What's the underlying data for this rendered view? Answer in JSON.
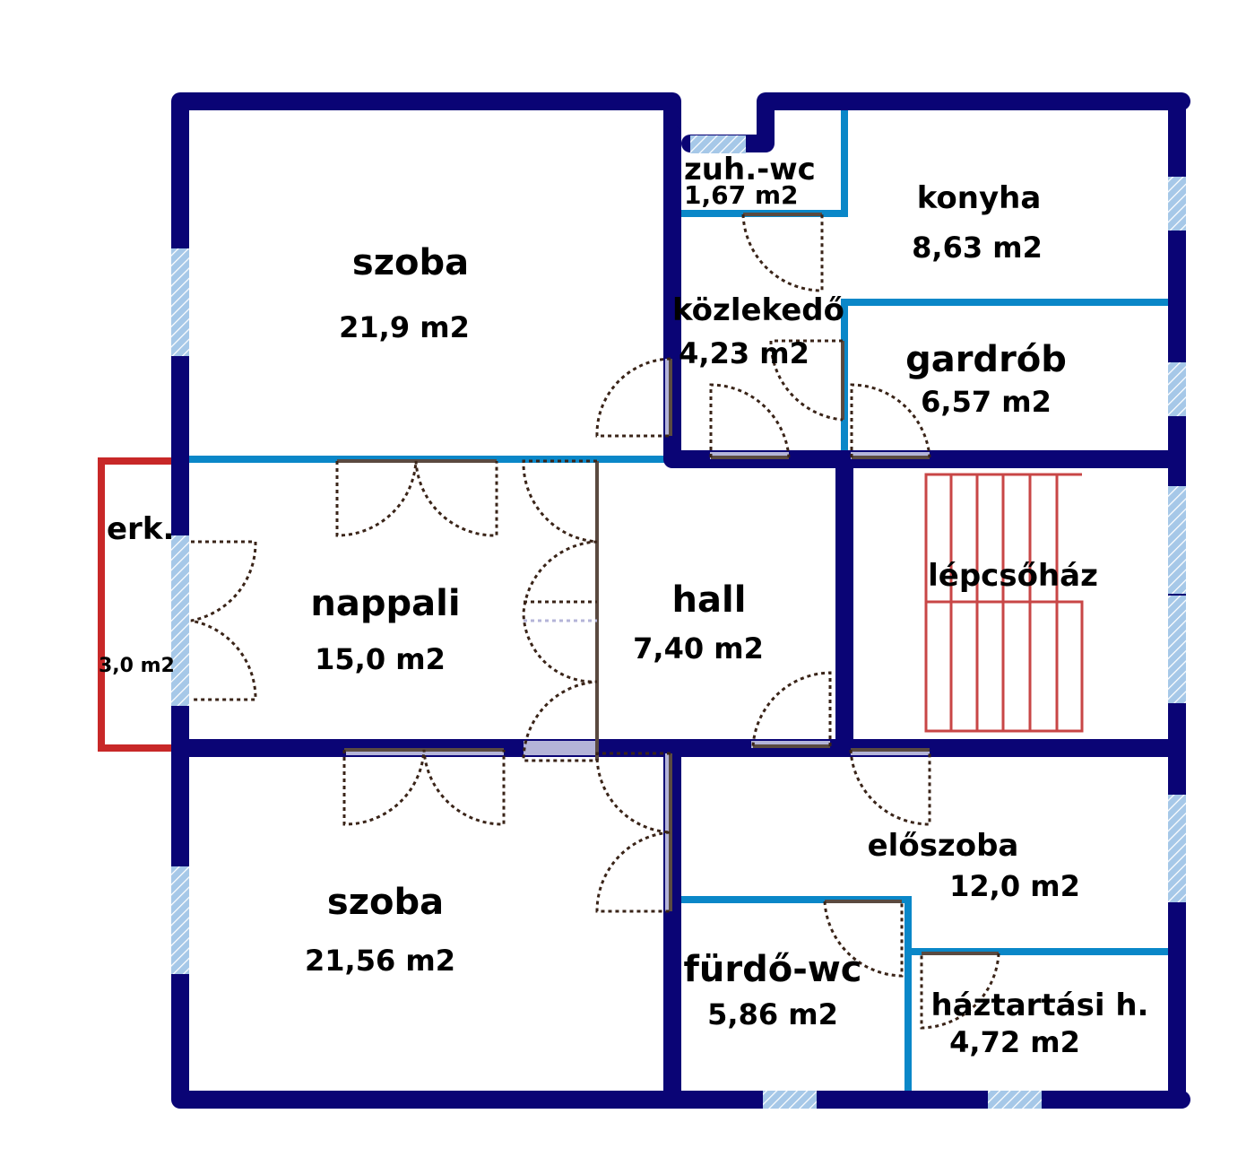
{
  "rooms": {
    "szoba_top": {
      "name": "szoba",
      "area": "21,9 m2"
    },
    "zuh_wc": {
      "name": "zuh.-wc",
      "area": "1,67 m2"
    },
    "konyha": {
      "name": "konyha",
      "area": "8,63 m2"
    },
    "kozlekedo": {
      "name": "közlekedő",
      "area": "4,23 m2"
    },
    "gardrob": {
      "name": "gardrób",
      "area": "6,57 m2"
    },
    "erkely": {
      "name": "erk.",
      "area": "3,0 m2"
    },
    "nappali": {
      "name": "nappali",
      "area": "15,0 m2"
    },
    "hall": {
      "name": "hall",
      "area": "7,40 m2"
    },
    "lepcsohaz": {
      "name": "lépcsőház",
      "area": ""
    },
    "eloszoba": {
      "name": "előszoba",
      "area": "12,0 m2"
    },
    "szoba_bottom": {
      "name": "szoba",
      "area": "21,56 m2"
    },
    "furdo_wc": {
      "name": "fürdő-wc",
      "area": "5,86 m2"
    },
    "haztartasi": {
      "name": "háztartási h.",
      "area": "4,72 m2"
    }
  },
  "colors": {
    "outer_wall": "#0a0475",
    "partition": "#0a87c8",
    "balcony": "#c82828",
    "stairs": "#c84646",
    "window": "#a6c8e8",
    "door_swing": "#3a2418",
    "door_leaf": "#5a4a40",
    "opening": "#b4b4d8"
  }
}
